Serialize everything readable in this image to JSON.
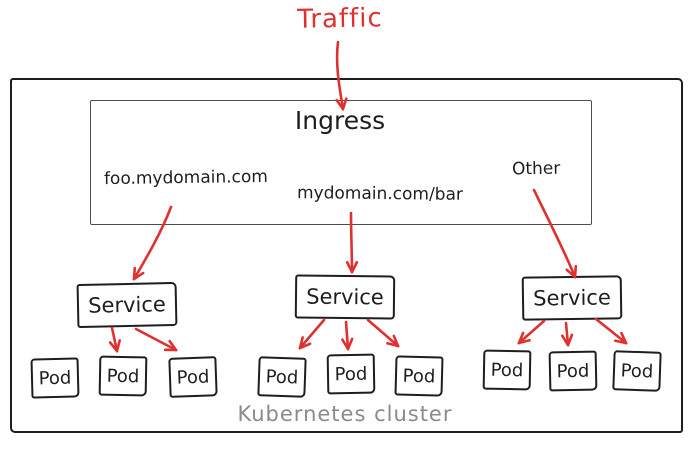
{
  "diagram": {
    "traffic_label": "Traffic",
    "ingress": {
      "title": "Ingress",
      "rules": [
        "foo.mydomain.com",
        "mydomain.com/bar",
        "Other"
      ]
    },
    "services": [
      {
        "label": "Service",
        "pods": [
          "Pod",
          "Pod",
          "Pod"
        ]
      },
      {
        "label": "Service",
        "pods": [
          "Pod",
          "Pod",
          "Pod"
        ]
      },
      {
        "label": "Service",
        "pods": [
          "Pod",
          "Pod",
          "Pod"
        ]
      }
    ],
    "cluster_label": "Kubernetes cluster",
    "colors": {
      "arrow": "#e03131",
      "stroke": "#1e1e1e",
      "ingress_stroke": "#4d4d4d",
      "cluster_label_text": "#8a8a8a",
      "background": "#ffffff"
    }
  }
}
